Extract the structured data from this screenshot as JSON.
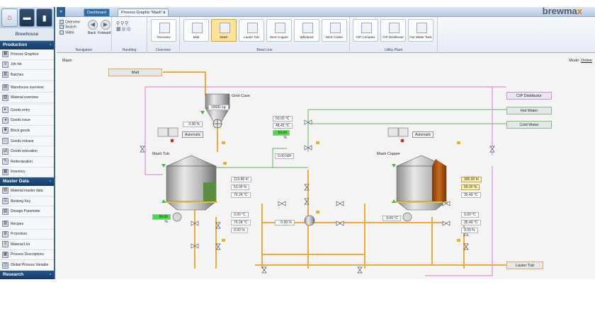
{
  "brand": {
    "name": "brewma",
    "accent_x": "x",
    "accent_color": "#d98014"
  },
  "sidebar": {
    "app_title": "Brewhouse",
    "groups": {
      "production": "Production",
      "master_data": "Master Data",
      "research": "Research"
    },
    "production_items": [
      "Process Graphics",
      "Job list",
      "Batches",
      "Warehouse overview",
      "Material overview",
      "Goods entry",
      "Goods issue",
      "Block goods",
      "Goods release",
      "Goods relocation",
      "Redeclaration",
      "Inventory"
    ],
    "master_items": [
      "Material master data",
      "Booking Key",
      "Dosage Parameter",
      "Recipes",
      "Procedure",
      "Material List",
      "Process Descriptions",
      "Global Process Variable"
    ]
  },
  "tabs": {
    "dashboard": "Dashboard",
    "mash": "Process Graphic 'Mash'",
    "close": "x"
  },
  "ribbon": {
    "nav": {
      "overview": "Overview",
      "search": "Search",
      "video": "Video",
      "back": "Back",
      "forward": "Forward",
      "label": "Navigation"
    },
    "handling_label": "Handling",
    "overview": {
      "button": "Overview",
      "label": "Overview"
    },
    "brew_line": {
      "label": "Brew Line",
      "buttons": [
        "Malt",
        "Mash",
        "Lauter Tub",
        "Wort Copper",
        "Whirlpool",
        "Wort Cooler"
      ]
    },
    "utility": {
      "label": "Utility Plant",
      "buttons": [
        "CIP Complex",
        "CIP Distributor",
        "Hot Water Tank"
      ]
    }
  },
  "canvas": {
    "breadcrumb": "Mash",
    "mode_label": "Mode:",
    "mode_value": "Online",
    "tags": {
      "malt": "Malt",
      "cip": "CIP Distributor",
      "hot_water": "Hot Water",
      "cold_water": "Cold Water",
      "lauter_tub": "Lauter Tub"
    },
    "grist_case": {
      "label": "Grist Case",
      "weight": "19081 kg"
    },
    "mash_tub": {
      "label": "Mash Tub",
      "auto": "Automatic",
      "feed": "0.00 %",
      "level": "213.80 hl",
      "pct": "53.00 %",
      "temp": "70.24 °C",
      "motor": "56.00 %",
      "out1": "0.00 °C",
      "out2": "70.24 °C",
      "out3": "0.00 %"
    },
    "center": {
      "t1": "50.00 °C",
      "t2": "48.45 °C",
      "t3": "53.00 %",
      "flow": "0.00 hl/h",
      "mid": "0.00 %"
    },
    "mash_copper": {
      "label": "Mash Copper",
      "auto": "Automatic",
      "level": "390.00 hl",
      "pct": "99.00 %",
      "temp": "35.49 °C",
      "motor": "0.00 °C",
      "out1": "0.00 °C",
      "out2": "35.49 °C",
      "out3": "0.00 %"
    }
  }
}
